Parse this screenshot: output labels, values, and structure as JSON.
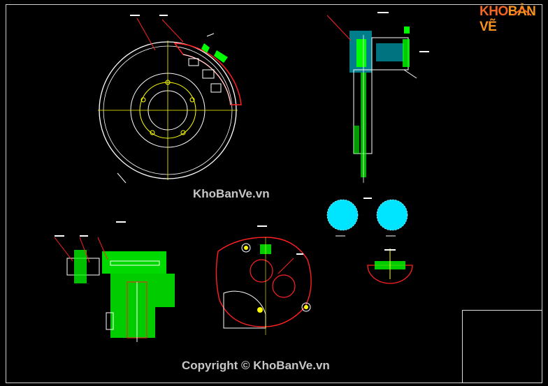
{
  "logo": {
    "brand_left": "KHO",
    "brand_right": "BẢN VẼ",
    "brand_full": "KHOBANVE"
  },
  "watermark": {
    "center": "KhoBanVe.vn",
    "copyright": "Copyright © KhoBanVe.vn"
  },
  "colors": {
    "background": "#000000",
    "outline": "#ffffff",
    "hatch": "#00ff00",
    "centerline": "#ffff00",
    "section_red": "#ff0000",
    "section_cyan": "#00e5ff",
    "logo_orange": "#f26522"
  }
}
